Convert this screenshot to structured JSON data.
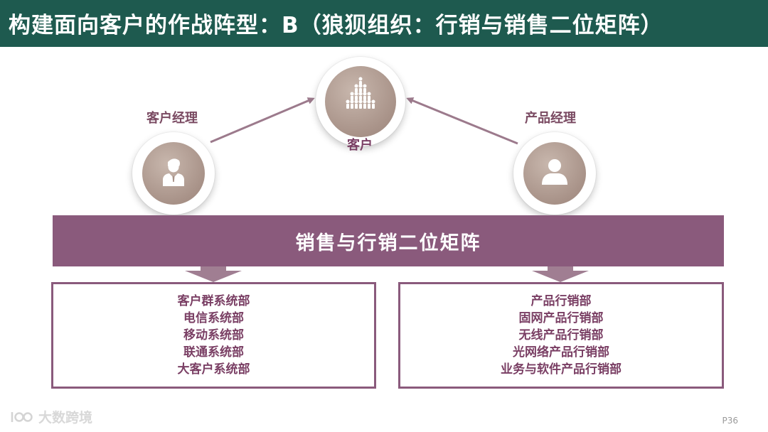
{
  "title": "构建面向客户的作战阵型：B（狼狈组织：行销与销售二位矩阵）",
  "customer": {
    "label": "客户",
    "icon": "crowd-icon"
  },
  "account_manager": {
    "label": "客户经理",
    "icon": "manager-person-icon"
  },
  "product_manager": {
    "label": "产品经理",
    "icon": "person-icon"
  },
  "matrix": {
    "label": "销售与行销二位矩阵"
  },
  "sales_departments": [
    "客户群系统部",
    "电信系统部",
    "移动系统部",
    "联通系统部",
    "大客户系统部"
  ],
  "marketing_departments": [
    "产品行销部",
    "固网产品行销部",
    "无线产品行销部",
    "光网络产品行销部",
    "业务与软件产品行销部"
  ],
  "watermark": {
    "text": "大数跨境"
  },
  "page_number": "P36",
  "colors": {
    "title_bar": "#1e5a4f",
    "accent_purple": "#8a5a7c",
    "label_purple": "#7a4a62",
    "circle_taupe": "#a89288",
    "arrow": "#9c7a8c"
  }
}
